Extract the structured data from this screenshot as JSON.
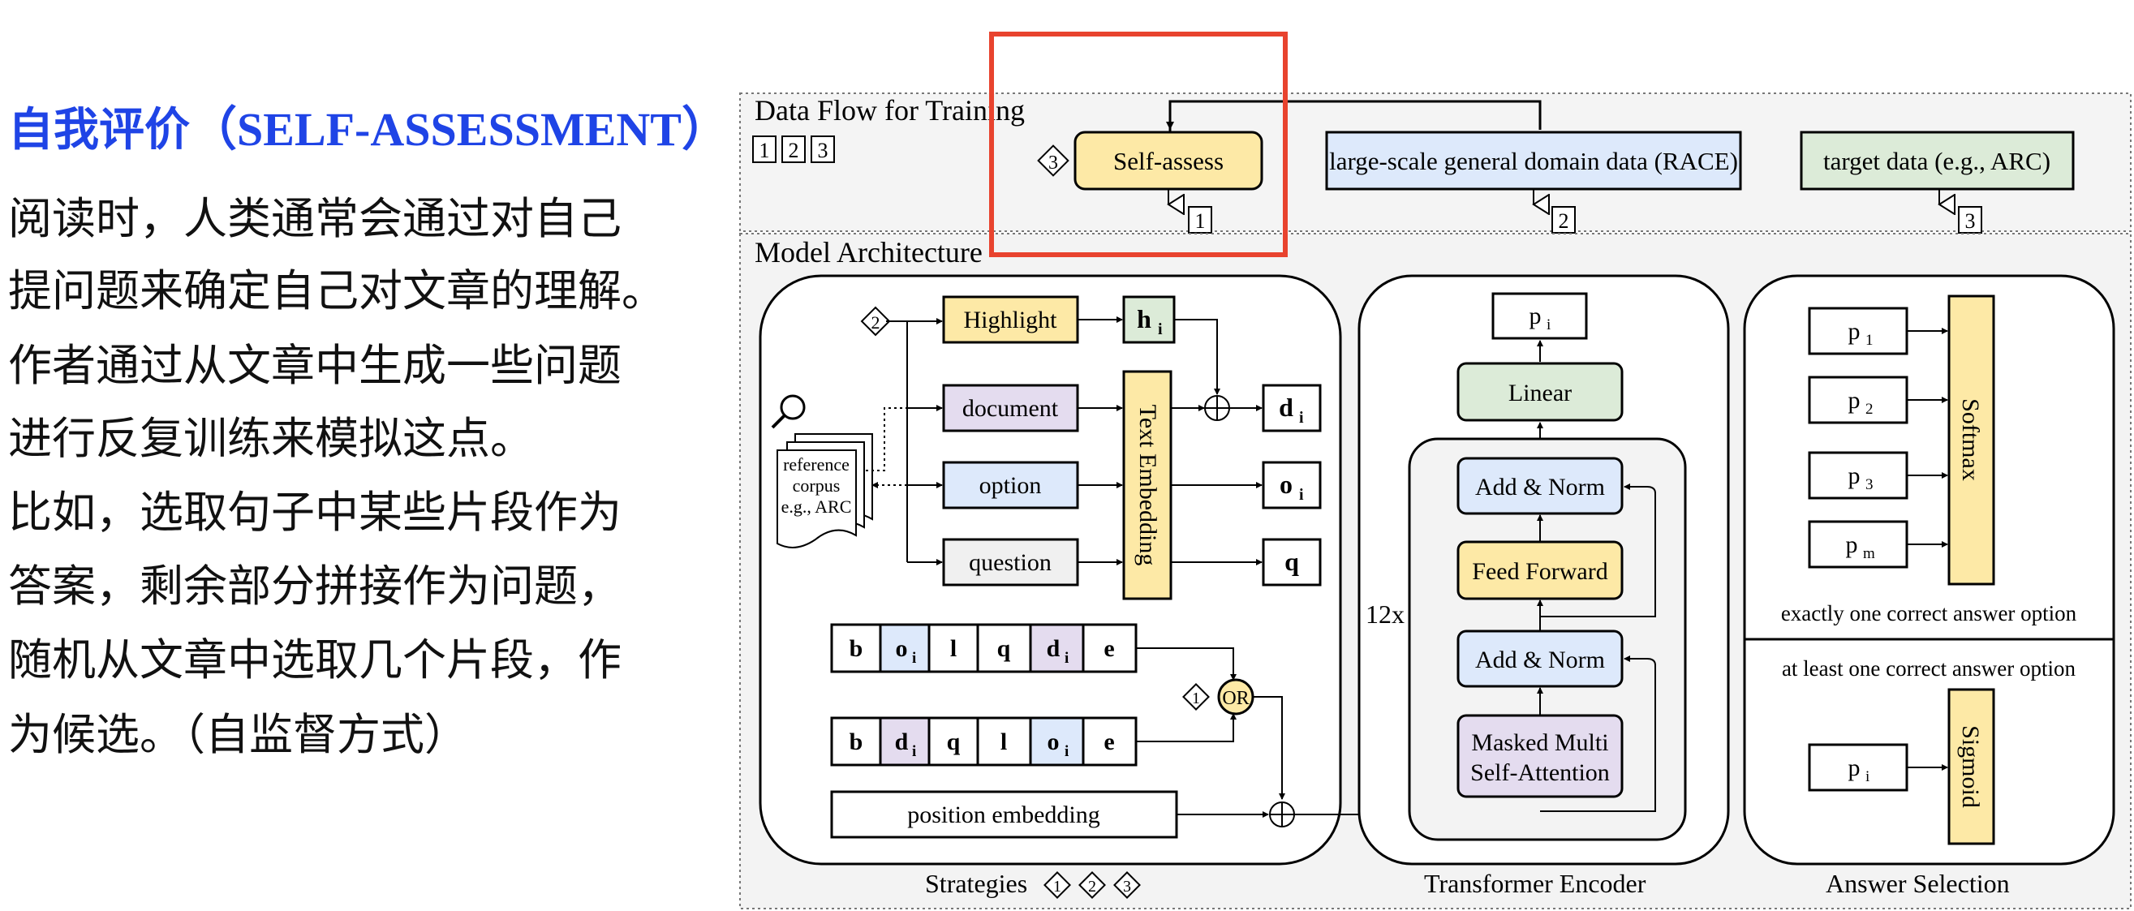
{
  "left_panel": {
    "title_cn": "自我评价",
    "title_en": "（SELF-ASSESSMENT）",
    "lines": [
      "阅读时，人类通常会通过对自己",
      "提问题来确定自己对文章的理解。",
      "作者通过从文章中生成一些问题",
      "进行反复训练来模拟这点。",
      "比如，选取句子中某些片段作为",
      "答案，剩余部分拼接作为问题，",
      "随机从文章中选取几个片段，作",
      "为候选。（自监督方式）"
    ]
  },
  "diagram": {
    "data_flow_title": "Data Flow for Training",
    "step_labels": [
      "1",
      "2",
      "3"
    ],
    "self_assess": "Self-assess",
    "race_data": "large-scale general domain data (RACE)",
    "target_data": "target data (e.g., ARC)",
    "model_arch_title": "Model Architecture",
    "strategies": {
      "highlight": "Highlight",
      "h_i": "h",
      "document": "document",
      "option": "option",
      "question": "question",
      "text_embedding": "Text Embedding",
      "d": "d",
      "o": "o",
      "q": "q",
      "sub_i": "i",
      "reference_corpus": [
        "reference",
        "corpus",
        "e.g., ARC"
      ],
      "seq1": [
        "b",
        "o",
        "l",
        "q",
        "d",
        "e"
      ],
      "seq2": [
        "b",
        "d",
        "q",
        "l",
        "o",
        "e"
      ],
      "or_label": "OR",
      "position_embedding": "position embedding",
      "caption": "Strategies"
    },
    "transformer": {
      "p_i": "p",
      "linear": "Linear",
      "add_norm": "Add & Norm",
      "feed_forward": "Feed Forward",
      "masked_attention": [
        "Masked Multi",
        "Self-Attention"
      ],
      "repeat": "12x",
      "caption": "Transformer Encoder"
    },
    "answer_selection": {
      "p_subs": [
        "1",
        "2",
        "3",
        "m"
      ],
      "p": "p",
      "softmax": "Softmax",
      "exactly_one": "exactly one correct answer option",
      "at_least_one": "at least one correct answer option",
      "sigmoid": "Sigmoid",
      "p_i_sub": "i",
      "caption": "Answer Selection"
    },
    "colors": {
      "highlight_red": "#e8432e",
      "yellow": "#fde9a6",
      "blue": "#dde9fb",
      "purple": "#e4dcef",
      "gray": "#f0f0f0",
      "green": "#dcebd8",
      "panel_bg": "#f3f3f3",
      "title_blue": "#1f44e6"
    }
  }
}
